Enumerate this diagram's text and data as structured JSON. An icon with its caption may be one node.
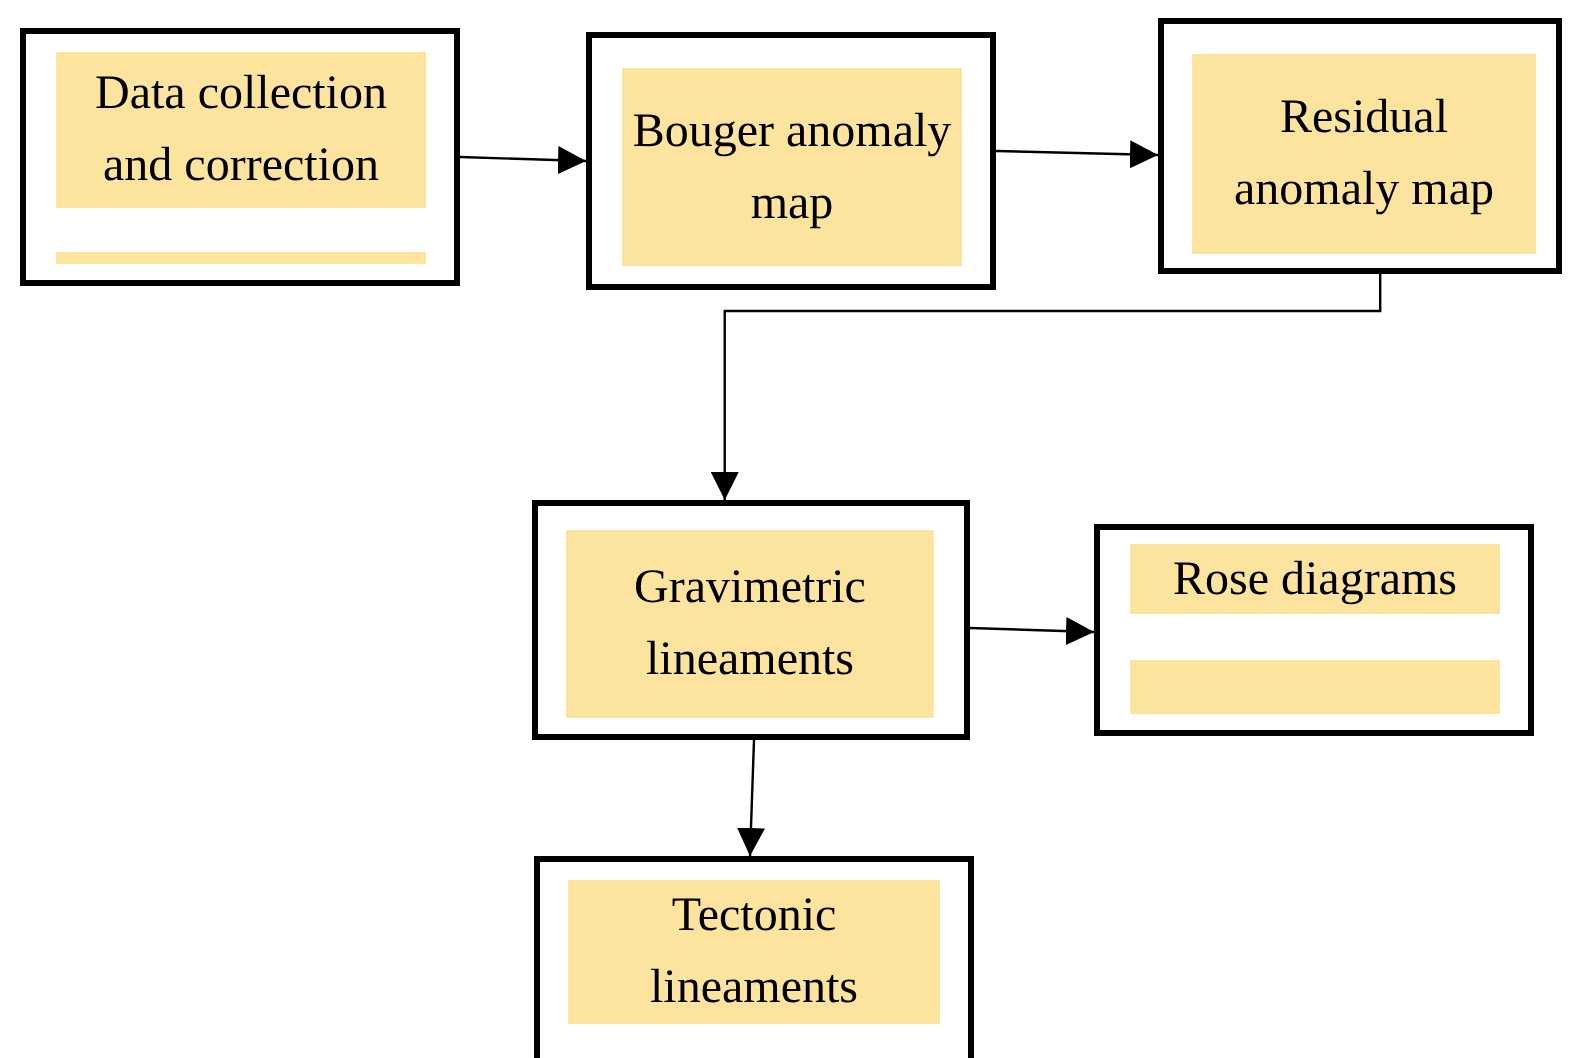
{
  "diagram": {
    "nodes": [
      {
        "text": [
          "Data collection and correction"
        ]
      },
      {
        "text": [
          "Bouger anomaly map"
        ]
      },
      {
        "text": [
          "Residual anomaly map"
        ]
      },
      {
        "text": [
          "Gravimetric lineaments"
        ]
      },
      {
        "text": [
          "Rose diagrams"
        ]
      },
      {
        "text": [
          "Tectonic lineaments"
        ]
      }
    ],
    "edges": [
      {
        "from": 0,
        "to": 1,
        "arrow": "to"
      },
      {
        "from": 1,
        "to": 2,
        "arrow": "to"
      },
      {
        "from": 2,
        "to": 3,
        "arrow": "to"
      },
      {
        "from": 3,
        "to": 4,
        "arrow": "to"
      },
      {
        "from": 3,
        "to": 5,
        "arrow": "to"
      }
    ]
  }
}
